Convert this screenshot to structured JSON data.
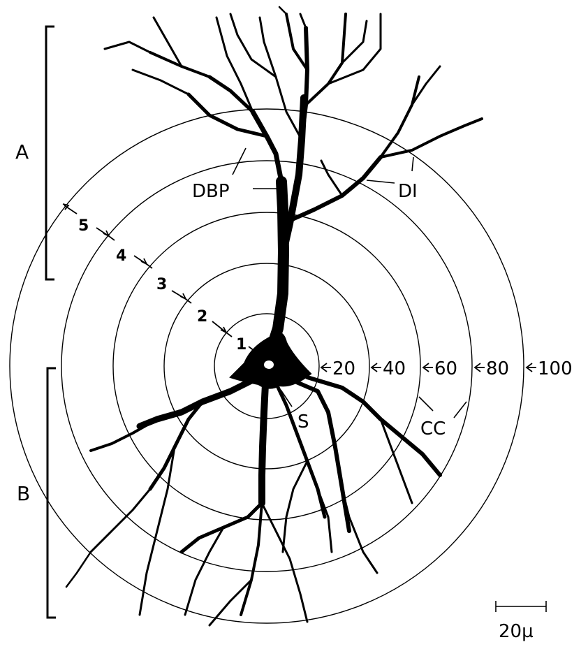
{
  "figure": {
    "brackets": {
      "a_label": "A",
      "b_label": "B"
    },
    "labels": {
      "dbp": "DBP",
      "di": "DI",
      "soma": "S",
      "cc": "CC"
    },
    "segments": [
      "1",
      "2",
      "3",
      "4",
      "5"
    ],
    "rings": [
      "20",
      "40",
      "60",
      "80",
      "100"
    ],
    "scale_bar": {
      "label": "20µ"
    }
  }
}
